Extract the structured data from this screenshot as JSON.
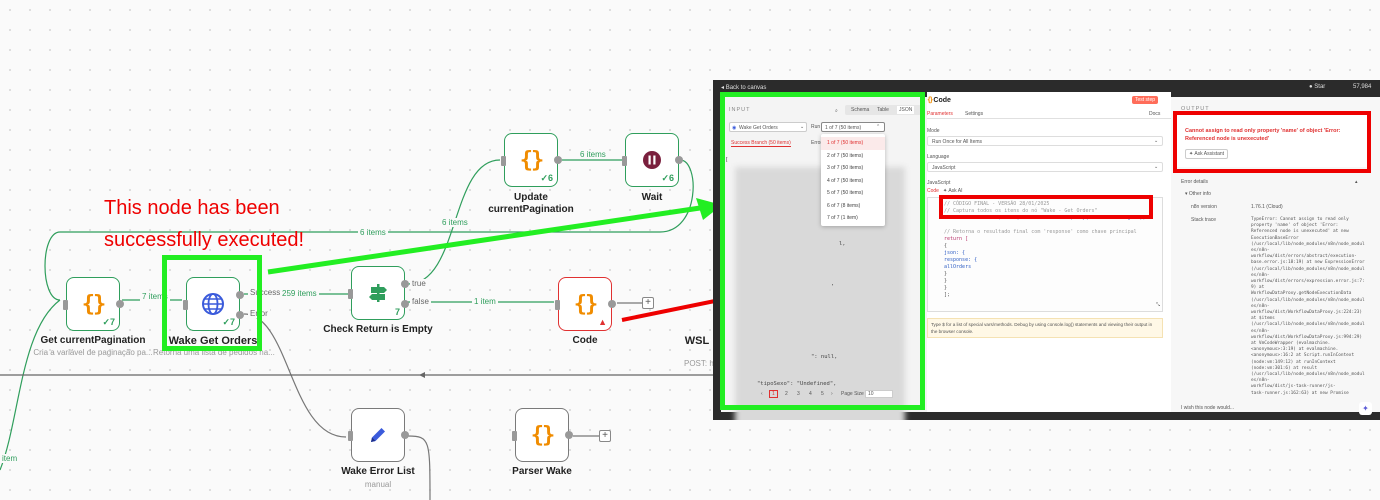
{
  "annotation": {
    "line1": "This node has been",
    "line2": "successfully executed!"
  },
  "nodes": {
    "get_pagination": {
      "title": "Get currentPagination",
      "subtitle": "Cria a variável de paginação pa...",
      "badge": "✓7"
    },
    "wake_get_orders": {
      "title": "Wake Get Orders",
      "subtitle": "Retorna uma lista de pedidos na...",
      "badge": "✓7"
    },
    "check_return": {
      "title": "Check Return is Empty",
      "badge": "7"
    },
    "update_pagination": {
      "title_1": "Update",
      "title_2": "currentPagination",
      "badge": "✓6"
    },
    "wait": {
      "title": "Wait",
      "badge": "✓6"
    },
    "code": {
      "title": "Code"
    },
    "wsl": {
      "title": "WSL",
      "subtitle": "POST: ht"
    },
    "wake_error_list": {
      "title": "Wake Error List",
      "subtitle": "manual"
    },
    "parser_wake": {
      "title": "Parser Wake"
    }
  },
  "edges": {
    "items_6a": "6 items",
    "items_6b": "6 items",
    "items_6c": "6 items",
    "items_7": "7 items",
    "success": "Success",
    "items_259": "259 items",
    "error": "Error",
    "true_label": "true",
    "false_label": "false",
    "items_1": "1 item",
    "items_partial": "item"
  },
  "panel": {
    "back": "Back to canvas",
    "star": "Star",
    "star_count": "57,984",
    "input": {
      "title": "INPUT",
      "tabs": [
        "Schema",
        "Table",
        "JSON"
      ],
      "node_select": "Wake Get Orders",
      "run_label": "Run",
      "run_value": "1 of 7 (50 items)",
      "runs": [
        "1 of 7 (50 items)",
        "2 of 7 (50 items)",
        "3 of 7 (50 items)",
        "4 of 7 (50 items)",
        "5 of 7 (50 items)",
        "6 of 7 (8 items)",
        "7 of 7 (1 item)"
      ],
      "branch_success": "Success Branch (50 items)",
      "branch_error": "Error",
      "json_bits": [
        "[",
        "l,",
        ",",
        "\": null,",
        "\"tipoSexo\": \"Undefined\","
      ],
      "pages": [
        "1",
        "2",
        "3",
        "4",
        "5"
      ],
      "page_size_label": "Page Size",
      "page_size": "10"
    },
    "code": {
      "title": "Code",
      "test_step": "Test step",
      "tab_params": "Parameters",
      "tab_settings": "Settings",
      "docs": "Docs",
      "mode_label": "Mode",
      "mode_value": "Run Once for All Items",
      "lang_label": "Language",
      "lang_value": "JavaScript",
      "js_label": "JavaScript",
      "code_tab": "Code",
      "ask_ai": "Ask AI",
      "lines": [
        "// CÓDIGO FINAL - VERSÃO 28/01/2025",
        "// Captura todos os itens do nó \"Wake - Get Orders\"",
        "const allOrders = $items(\"Wake Get Orders\").map(item => item.json);",
        "",
        "// Retorna o resultado final com 'response' como chave principal",
        "return [",
        "  {",
        "    json: {",
        "      response: {",
        "        allOrders",
        "      }",
        "    }",
        "  }",
        "];"
      ],
      "hint": "Type $ for a list of special vars/methods. Debug by using console.log() statements and viewing their output in the browser console."
    },
    "output": {
      "title": "OUTPUT",
      "error_msg": "Cannot assign to read only property 'name' of object 'Error: Referenced node is unexecuted'",
      "ask_assistant": "Ask Assistant",
      "error_details": "Error details",
      "other_info": "Other info",
      "version_label": "n8n version",
      "version_value": "1.76.1 (Cloud)",
      "stack_label": "Stack trace",
      "stack": [
        "TypeError: Cannot assign to read only",
        "property 'name' of object 'Error:",
        "Referenced node is unexecuted' at new",
        "ExecutionBaseError",
        "(/usr/local/lib/node_modules/n8n/node_modul",
        "es/n8n-",
        "workflow/dist/errors/abstract/execution-",
        "base.error.js:18:19) at new ExpressionError",
        "(/usr/local/lib/node_modules/n8n/node_modul",
        "es/n8n-",
        "workflow/dist/errors/expression.error.js:7:",
        "9) at",
        "WorkflowDataProxy.getNodeExecutionData",
        "(/usr/local/lib/node_modules/n8n/node_modul",
        "es/n8n-",
        "workflow/dist/WorkflowDataProxy.js:224:23)",
        "at $items",
        "(/usr/local/lib/node_modules/n8n/node_modul",
        "es/n8n-",
        "workflow/dist/WorkflowDataProxy.js:994:29)",
        "at VmCodeWrapper (evalmachine.",
        "<anonymous>:3:19) at evalmachine.",
        "<anonymous>:16:2 at Script.runInContext",
        "(node:vm:149:12) at runInContext",
        "(node:vm:301:6) at result",
        "(/usr/local/lib/node_modules/n8n/node_modul",
        "es/n8n-",
        "workflow/dist/js-task-runner/js-",
        "task-runner.js:162:63) at new Promise"
      ],
      "feedback": "I wish this node would..."
    }
  }
}
